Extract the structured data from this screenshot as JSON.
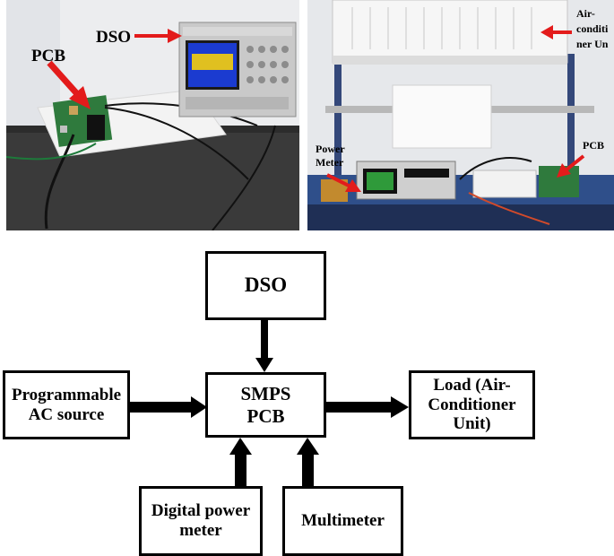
{
  "photos": {
    "left": {
      "labels": {
        "pcb": "PCB",
        "dso": "DSO"
      }
    },
    "right": {
      "labels": {
        "aircon_line1": "Air-",
        "aircon_line2": "conditi",
        "aircon_line3": "ner Un",
        "power_meter_line1": "Power",
        "power_meter_line2": "Meter",
        "pcb": "PCB"
      }
    }
  },
  "diagram": {
    "blocks": {
      "dso": {
        "line1": "DSO"
      },
      "smps": {
        "line1": "SMPS",
        "line2": "PCB"
      },
      "ac_source": {
        "line1": "Programmable",
        "line2": "AC source"
      },
      "load": {
        "line1": "Load (Air-",
        "line2": "Conditioner",
        "line3": "Unit)"
      },
      "power_meter": {
        "line1": "Digital power",
        "line2": "meter"
      },
      "multimeter": {
        "line1": "Multimeter"
      }
    }
  },
  "colors": {
    "annotation_arrow": "#e31b1b",
    "block_border": "#000000"
  }
}
